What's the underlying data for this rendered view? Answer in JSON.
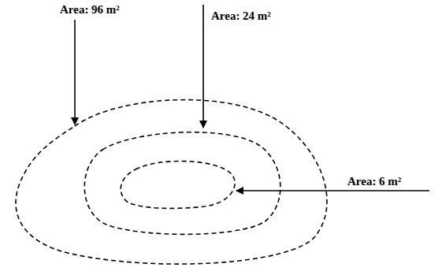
{
  "diagram": {
    "labels": [
      "Area: 96 m²",
      "Area: 24 m²",
      "Area: 6 m²"
    ]
  }
}
